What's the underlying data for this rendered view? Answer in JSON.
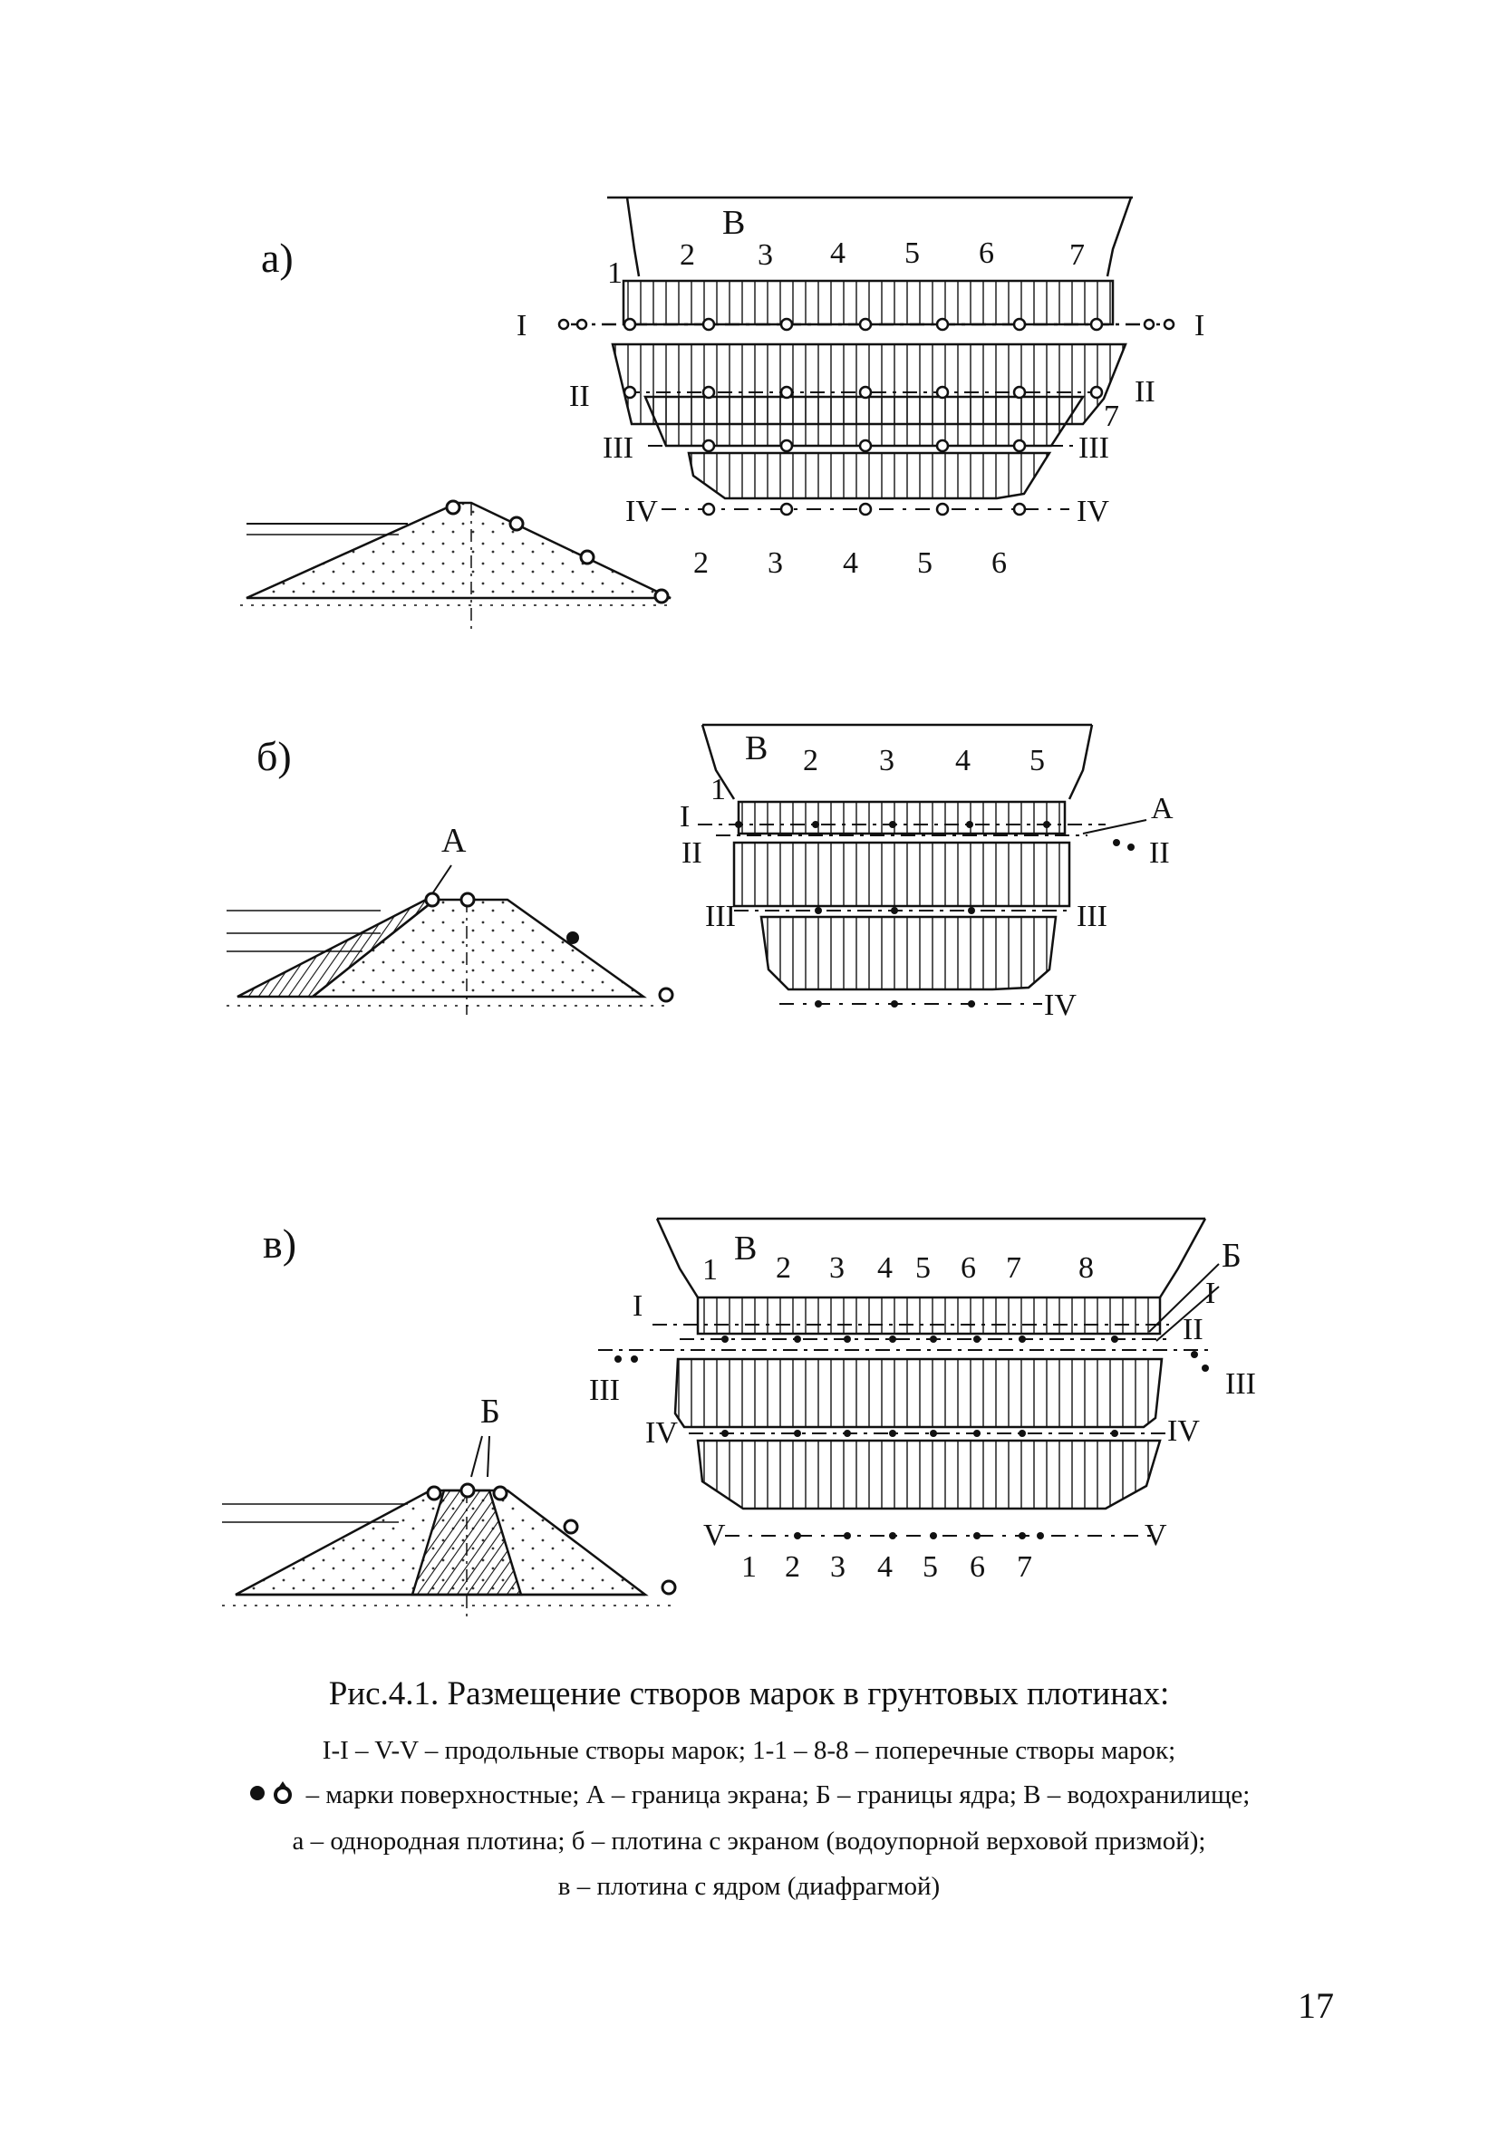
{
  "figure": {
    "panels": [
      {
        "letter": "а)",
        "reservoir_label": "В",
        "cross_numbers_top": [
          "1",
          "2",
          "3",
          "4",
          "5",
          "6",
          "7"
        ],
        "cross_numbers_bottom": [
          "2",
          "3",
          "4",
          "5",
          "6"
        ],
        "extra_number": "7",
        "alignments": [
          "I",
          "II",
          "III",
          "IV"
        ]
      },
      {
        "letter": "б)",
        "reservoir_label": "В",
        "screen_label": "А",
        "cross_numbers_top": [
          "1",
          "2",
          "3",
          "4",
          "5"
        ],
        "alignments": [
          "I",
          "II",
          "III",
          "IV"
        ]
      },
      {
        "letter": "в)",
        "reservoir_label": "В",
        "core_label": "Б",
        "cross_numbers_top": [
          "1",
          "2",
          "3",
          "4",
          "5",
          "6",
          "7",
          "8"
        ],
        "cross_numbers_bottom": [
          "1",
          "2",
          "3",
          "4",
          "5",
          "6",
          "7"
        ],
        "alignments": [
          "I",
          "II",
          "III",
          "IV",
          "V"
        ]
      }
    ]
  },
  "caption": {
    "title": "Рис.4.1. Размещение створов марок в грунтовых плотинах:",
    "line1": "I-I  –  V-V – продольные створы марок; 1-1 – 8-8 – поперечные створы марок;",
    "line2": "– марки поверхностные; А – граница экрана; Б – границы ядра; В – водохранилище;",
    "line3": "а – однородная плотина; б – плотина с экраном (водоупорной верховой призмой);",
    "line4": "в – плотина с ядром (диафрагмой)"
  },
  "page_number": "17"
}
